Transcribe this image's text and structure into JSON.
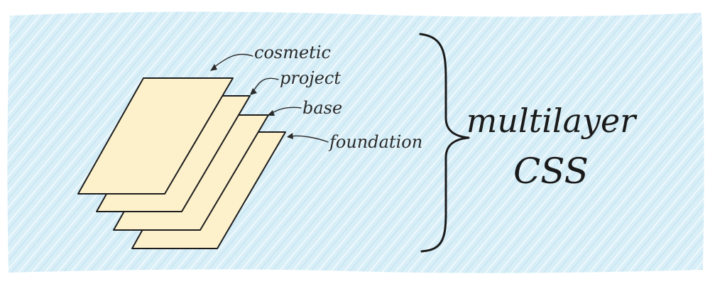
{
  "colors": {
    "background_fill": "#d6edf7",
    "hatch": "#bfe0ef",
    "sheet_fill": "#fdf1cc",
    "sheet_hatch": "#f6e4ad",
    "ink": "#1d1d1d"
  },
  "layers": [
    {
      "label": "cosmetic"
    },
    {
      "label": "project"
    },
    {
      "label": "base"
    },
    {
      "label": "foundation"
    }
  ],
  "summary": {
    "line1": "multilayer",
    "line2": "CSS"
  }
}
